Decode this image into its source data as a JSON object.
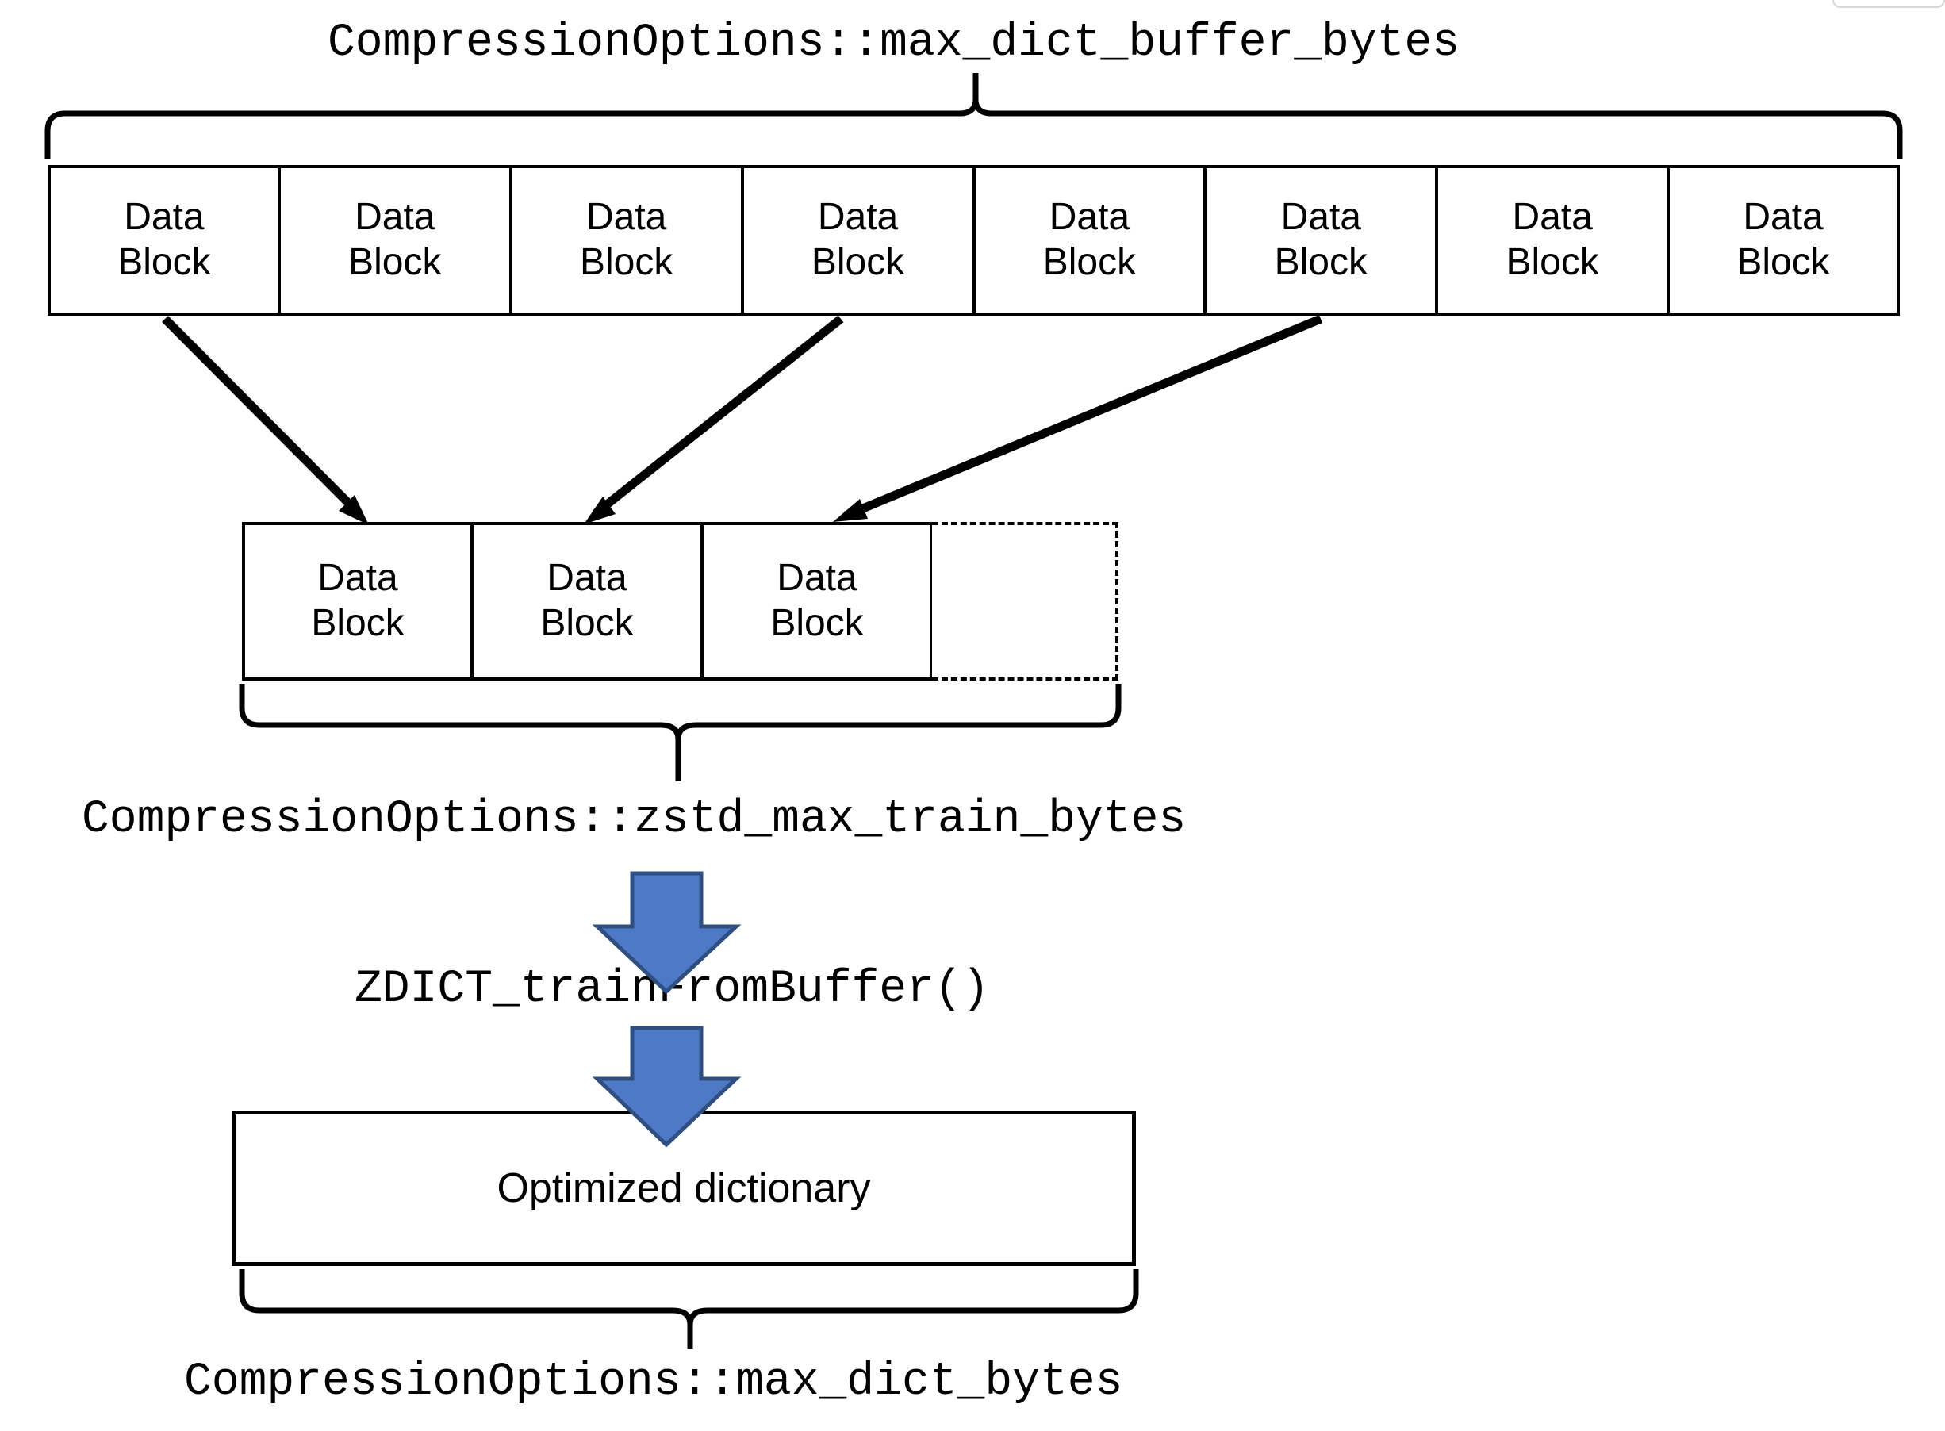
{
  "diagram": {
    "title_label": "CompressionOptions::max_dict_buffer_bytes",
    "train_label": "CompressionOptions::zstd_max_train_bytes",
    "function_label": "ZDICT_trainFromBuffer()",
    "result_label": "CompressionOptions::max_dict_bytes",
    "dictionary_box_label": "Optimized dictionary",
    "block_text": {
      "line1": "Data",
      "line2": "Block"
    },
    "top_row": {
      "count": 8,
      "blocks": [
        {
          "line1": "Data",
          "line2": "Block"
        },
        {
          "line1": "Data",
          "line2": "Block"
        },
        {
          "line1": "Data",
          "line2": "Block"
        },
        {
          "line1": "Data",
          "line2": "Block"
        },
        {
          "line1": "Data",
          "line2": "Block"
        },
        {
          "line1": "Data",
          "line2": "Block"
        },
        {
          "line1": "Data",
          "line2": "Block"
        },
        {
          "line1": "Data",
          "line2": "Block"
        }
      ]
    },
    "mid_row": {
      "count": 3,
      "has_empty_dashed_slot": true,
      "blocks": [
        {
          "line1": "Data",
          "line2": "Block"
        },
        {
          "line1": "Data",
          "line2": "Block"
        },
        {
          "line1": "Data",
          "line2": "Block"
        }
      ]
    },
    "arrows": {
      "sampling_arrow_count": 3,
      "flow_arrow_count": 2,
      "flow_arrow_color": "#4E79C4",
      "flow_arrow_border_color": "#2F4F82"
    },
    "colors": {
      "stroke": "#000000",
      "background": "#FFFFFF",
      "accent_blue": "#4E79C4",
      "accent_blue_dark": "#2F4F82"
    }
  }
}
